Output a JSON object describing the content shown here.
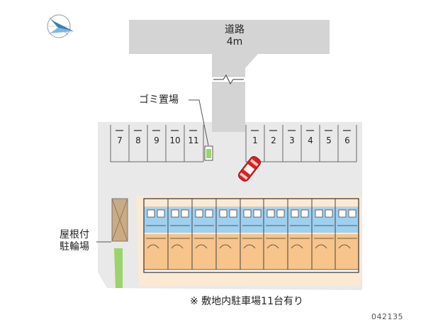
{
  "road": {
    "name": "道路",
    "width": "4m"
  },
  "labels": {
    "garbage": "ゴミ置場",
    "bike_parking_line1": "屋根付",
    "bike_parking_line2": "駐輪場"
  },
  "stalls_left": [
    "7",
    "8",
    "9",
    "10",
    "11"
  ],
  "stalls_right": [
    "1",
    "2",
    "3",
    "4",
    "5",
    "6"
  ],
  "note": "※ 敷地内駐車場11台有り",
  "map_code": "042135",
  "colors": {
    "road": "#d4d4d4",
    "lot": "#e9e9e9",
    "building_base": "#fbe9d4",
    "unit_orange": "#f7c48b",
    "unit_blue": "#9fd0ef",
    "bike_shelter": "#c9ab85",
    "green": "#9bd36c",
    "car": "#d9211f"
  },
  "icons": [
    "compass-icon",
    "car-icon",
    "garbage-station-icon",
    "road-break-icon"
  ]
}
